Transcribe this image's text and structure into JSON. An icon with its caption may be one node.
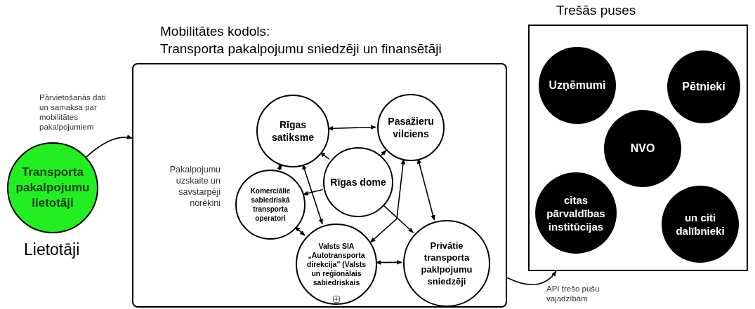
{
  "diagram": {
    "nodes": [
      {
        "text": [
          "Transporta pakalpojumu lietotāji"
        ],
        "beside": [
          "Lietotāji"
        ]
      },
      {
        "text": [
          "Mobilitātes kodols:",
          "Transporta pakalpojumu sniedzēji un finansētāji",
          "Pakalpojumu uzskaite un savstarpēji norēķini"
        ]
      },
      {
        "text": [
          "Rīgas satiksme"
        ],
        "in": 1
      },
      {
        "text": [
          "Pasažieru vilciens"
        ],
        "in": 1
      },
      {
        "text": [
          "Rīgas dome"
        ],
        "in": 1
      },
      {
        "text": [
          "Komerciālie sabiedriskā transporta operatori"
        ],
        "in": 1
      },
      {
        "text": [
          "Valsts SIA „Autotransporta direkcija\" (Valsts un reģionālais sabiedriskais"
        ],
        "in": 1
      },
      {
        "text": [
          "Privātie transporta paklpojumu sniedzēji"
        ],
        "in": 1
      },
      {
        "text": [
          "Trešās puses"
        ]
      },
      {
        "text": [
          "Uzņēmumi"
        ],
        "in": 8
      },
      {
        "text": [
          "Pētnieki"
        ],
        "in": 8
      },
      {
        "text": [
          "NVO"
        ],
        "in": 8
      },
      {
        "text": [
          "citas pārvaldības institūcijas"
        ],
        "in": 8
      },
      {
        "text": [
          "un citi dalībnieki"
        ],
        "in": 8
      }
    ],
    "edges": [
      {
        "from": 0,
        "to": 1,
        "arrow": "to",
        "label": "Pārvietošanās dati un samaksa par mobilitātes pakalpojumiem"
      },
      {
        "from": 1,
        "to": 8,
        "arrow": "to",
        "label": "API trešo pušu vajadzībām"
      },
      {
        "from": 2,
        "to": 3,
        "arrow": "both"
      },
      {
        "from": 4,
        "to": 2,
        "arrow": "to"
      },
      {
        "from": 4,
        "to": 3,
        "arrow": "to"
      },
      {
        "from": 4,
        "to": 5,
        "arrow": "to"
      },
      {
        "from": 4,
        "to": 7,
        "arrow": "to"
      },
      {
        "from": 2,
        "to": 5,
        "arrow": "both"
      },
      {
        "from": 2,
        "to": 6,
        "arrow": "both"
      },
      {
        "from": 3,
        "to": 6,
        "arrow": "both"
      },
      {
        "from": 3,
        "to": 7,
        "arrow": "both"
      },
      {
        "from": 5,
        "to": 6,
        "arrow": "both"
      },
      {
        "from": 6,
        "to": 7,
        "arrow": "both"
      }
    ]
  }
}
